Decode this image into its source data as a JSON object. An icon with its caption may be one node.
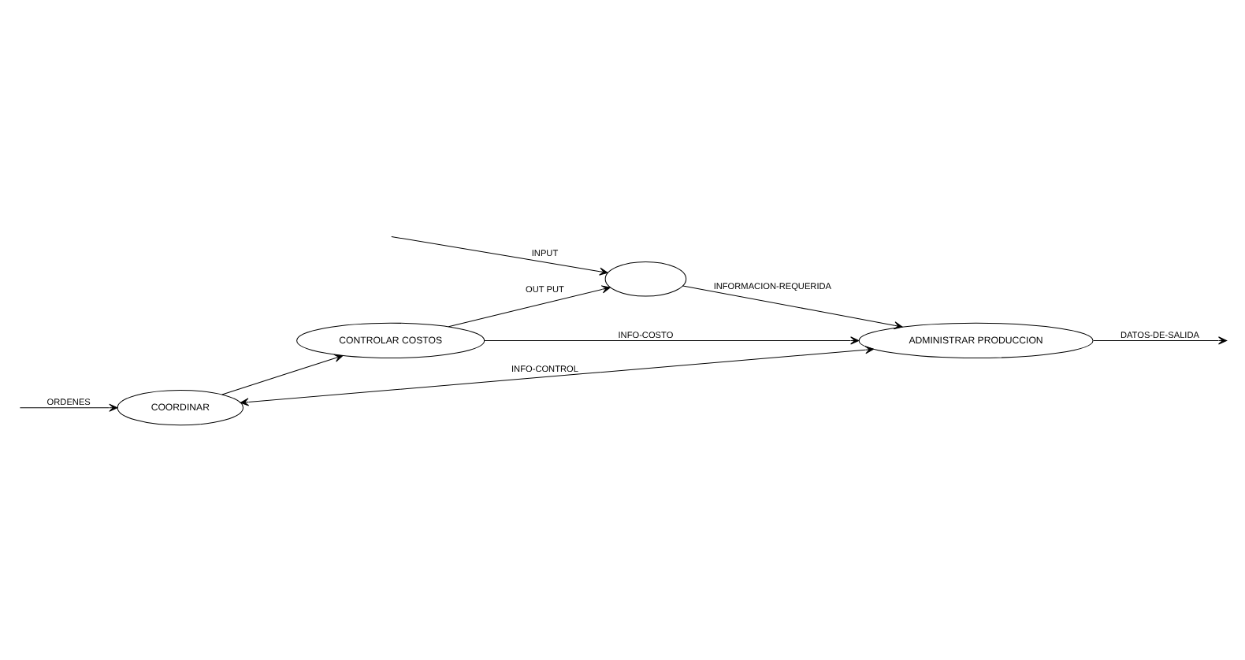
{
  "diagram": {
    "nodes": [
      {
        "text": [
          "COORDINAR"
        ]
      },
      {
        "text": [
          "CONTROLAR COSTOS"
        ]
      },
      {
        "text": [
          "ADMINISTRAR PRODUCCION"
        ]
      },
      {
        "text": [],
        "shape": "ellipse"
      }
    ],
    "edges": [
      {
        "from": null,
        "to": 0,
        "arrow": "to",
        "label": "ORDENES"
      },
      {
        "from": 0,
        "to": 1,
        "arrow": "to"
      },
      {
        "from": 0,
        "to": 2,
        "arrow": "both",
        "label": "INFO-CONTROL"
      },
      {
        "from": 1,
        "to": 2,
        "arrow": "to",
        "label": "INFO-COSTO"
      },
      {
        "from": 2,
        "to": null,
        "arrow": "to",
        "label": "DATOS-DE-SALIDA"
      },
      {
        "from": 1,
        "to": 3,
        "arrow": "to",
        "label": "OUT PUT"
      },
      {
        "from": null,
        "to": 3,
        "arrow": "to",
        "label": "INPUT"
      },
      {
        "from": 3,
        "to": 2,
        "arrow": "to",
        "label": "INFORMACION-REQUERIDA"
      }
    ]
  }
}
